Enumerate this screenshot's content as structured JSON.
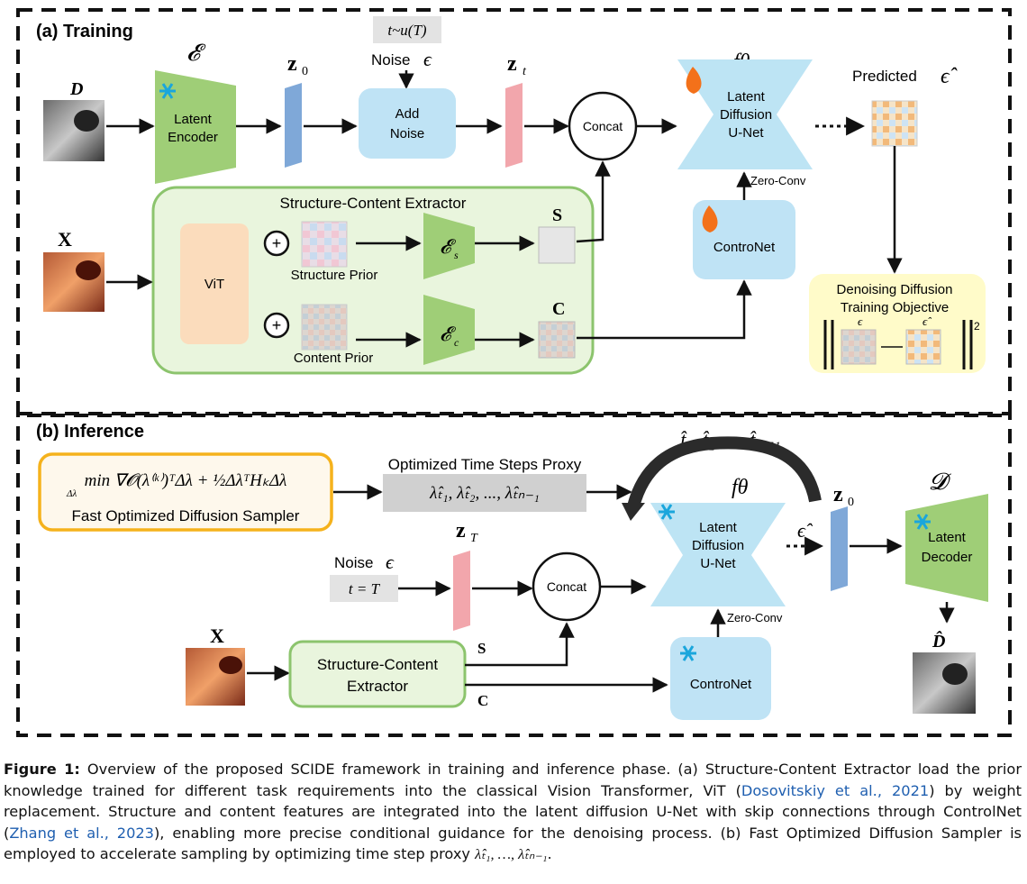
{
  "training": {
    "header": "(a) Training",
    "symbol_encoder": "𝓔",
    "input_d": "D",
    "latent_encoder": [
      "Latent",
      "Encoder"
    ],
    "z0": "z",
    "z0_sub": "0",
    "noise_schedule": "t~u(T)",
    "noise_label": "Noise",
    "epsilon": "ϵ",
    "add_noise": [
      "Add",
      "Noise"
    ],
    "zt": "z",
    "zt_sub": "t",
    "concat": "Concat",
    "f_theta": "fθ",
    "unet": [
      "Latent",
      "Diffusion",
      "U-Net"
    ],
    "predicted": "Predicted",
    "eps_hat": "ϵ̂",
    "zero_conv": "Zero-Conv",
    "extractor_title": "Structure-Content Extractor",
    "input_x": "X",
    "vit": "ViT",
    "plus": "+",
    "structure_prior": "Structure Prior",
    "content_prior": "Content Prior",
    "enc_s": "𝓔",
    "enc_s_sub": "s",
    "enc_c": "𝓔",
    "enc_c_sub": "c",
    "S": "S",
    "C": "C",
    "controlnet": "ControNet",
    "objective": [
      "Denoising Diffusion",
      "Training Objective"
    ],
    "obj_eps": "ϵ",
    "obj_eps_hat": "ϵ̂",
    "obj_power": "2"
  },
  "inference": {
    "header": "(b) Inference",
    "sampler_formula": "min ∇𝓞(λ⁽ᵏ⁾)ᵀΔλ + ½ΔλᵀHₖΔλ",
    "sampler_sub": "Δλ",
    "sampler_name": "Fast Optimized Diffusion Sampler",
    "proxy_title": "Optimized Time Steps Proxy",
    "proxy_values": "λ̂ₜ₁, λ̂ₜ₂, ..., λ̂ₜₙ₋₁",
    "t_hat_seq": "t̂₁, t̂₂, ..., t̂ₙ₋₁",
    "f_theta": "fθ",
    "z0": "z",
    "z0_sub": "0",
    "decoder_symbol": "𝓓",
    "unet": [
      "Latent",
      "Diffusion",
      "U-Net"
    ],
    "eps_hat": "ϵ̂",
    "latent_decoder": [
      "Latent",
      "Decoder"
    ],
    "noise_label": "Noise",
    "epsilon": "ϵ",
    "t_eq": "t = T",
    "zT": "z",
    "zT_sub": "T",
    "concat": "Concat",
    "zero_conv": "Zero-Conv",
    "input_x": "X",
    "extractor": [
      "Structure-Content",
      "Extractor"
    ],
    "S": "S",
    "C": "C",
    "controlnet": "ControNet",
    "d_hat": "D̂"
  },
  "caption": {
    "label": "Figure 1:",
    "part1": " Overview of the proposed SCIDE framework in training and inference phase. (a) Structure-Content Extractor load the prior knowledge trained for different task requirements into the classical Vision Transformer, ViT (",
    "cite1": "Dosovitskiy et al., 2021",
    "part2": ") by weight replacement. Structure and content features are integrated into the latent diffusion U-Net with skip connections through ControlNet (",
    "cite2": "Zhang et al., 2023",
    "part3": "), enabling more precise conditional guidance for the denoising process. (b) Fast Optimized Diffusion Sampler is employed to accelerate sampling by optimizing time step proxy ",
    "symbol": "λ̂ₜ₁, …, λ̂ₜₙ₋₁",
    "end": "."
  },
  "colors": {
    "green_fill": "#9fce77",
    "blue_fill": "#bfe3f5",
    "unet_fill": "#bde4f4",
    "z_blue": "#7fa8d8",
    "z_pink": "#f2a6ac",
    "vit_fill": "#fbdcbc",
    "extractor_fill": "#e9f5dd",
    "extractor_border": "#8cc46d",
    "objective_fill": "#fffbc9",
    "sampler_border": "#f5b21c",
    "sampler_fill": "#fef8ec",
    "proxy_fill": "#d0d0d0",
    "snow": "#1aa6dc",
    "fire": "#f3711a",
    "cite": "#1f5fb0"
  }
}
